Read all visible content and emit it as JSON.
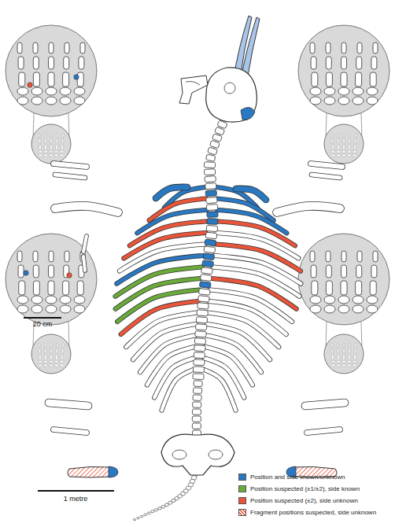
{
  "diagram": {
    "labels": [
      "20 cm",
      "1 metre"
    ],
    "legend": [
      {
        "text": "Position and side known/unknown",
        "color": "#2a78c2"
      },
      {
        "text": "Position suspected (±1/±2), side known",
        "color": "#6aaa3a"
      },
      {
        "text": "Position suspected (±2), side unknown",
        "color": "#e8553a"
      },
      {
        "text": "Fragment positions suspected, side unknown"
      }
    ]
  }
}
